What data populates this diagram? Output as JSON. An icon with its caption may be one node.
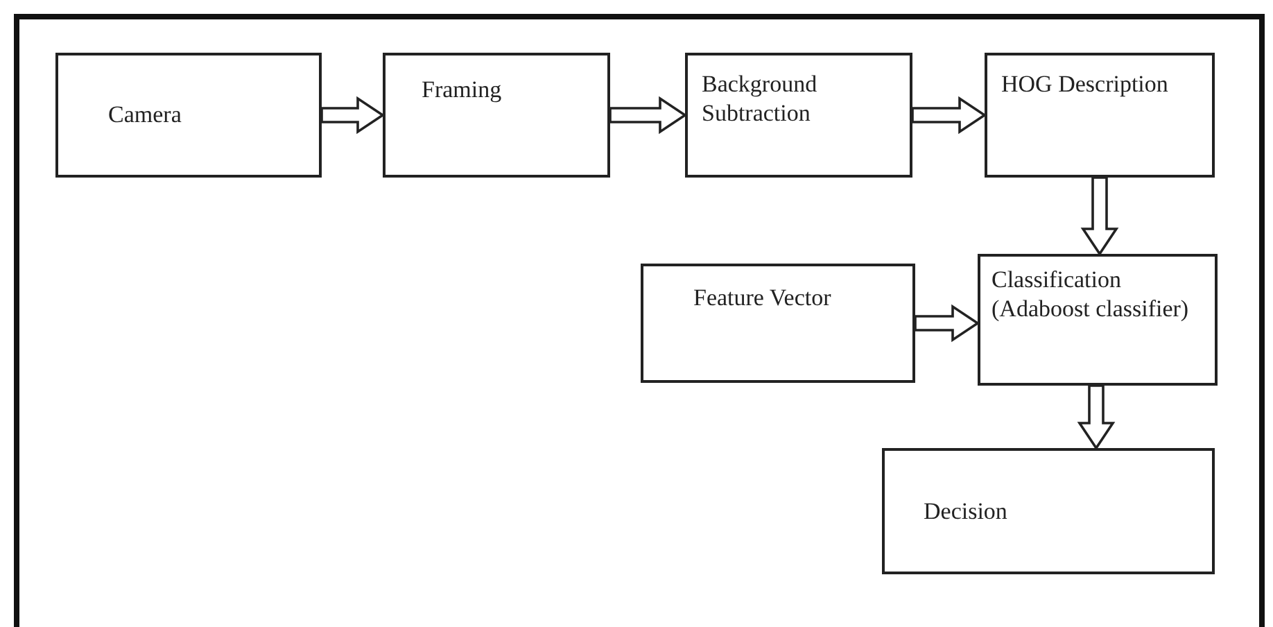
{
  "diagram": {
    "nodes": [
      {
        "text": [
          "Camera"
        ]
      },
      {
        "text": [
          "Framing"
        ]
      },
      {
        "text": [
          "Background Subtraction"
        ]
      },
      {
        "text": [
          "HOG Description"
        ]
      },
      {
        "text": [
          "Feature Vector"
        ]
      },
      {
        "text": [
          "Classification (Adaboost classifier)"
        ]
      },
      {
        "text": [
          "Decision"
        ]
      }
    ],
    "edges": [
      {
        "from": 0,
        "to": 1,
        "arrow": "to"
      },
      {
        "from": 1,
        "to": 2,
        "arrow": "to"
      },
      {
        "from": 2,
        "to": 3,
        "arrow": "to"
      },
      {
        "from": 3,
        "to": 5,
        "arrow": "to"
      },
      {
        "from": 4,
        "to": 5,
        "arrow": "to"
      },
      {
        "from": 5,
        "to": 6,
        "arrow": "to"
      }
    ]
  }
}
